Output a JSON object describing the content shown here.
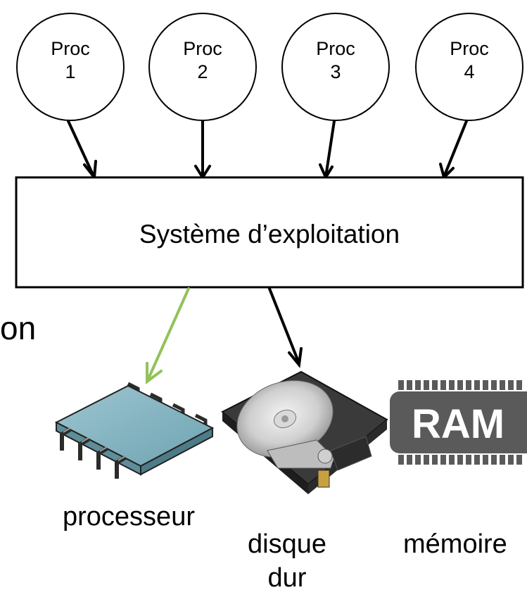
{
  "processes": [
    {
      "line1": "Proc",
      "line2": "1"
    },
    {
      "line1": "Proc",
      "line2": "2"
    },
    {
      "line1": "Proc",
      "line2": "3"
    },
    {
      "line1": "Proc",
      "line2": "4"
    }
  ],
  "os_box": {
    "label": "Système d’exploitation"
  },
  "partial_text": "on",
  "hardware": {
    "processor": {
      "label": "processeur",
      "icon": "cpu-chip-icon"
    },
    "disk": {
      "label_line1": "disque",
      "label_line2": "dur",
      "icon": "hard-disk-icon"
    },
    "memory": {
      "chip_text": "RAM",
      "label": "mémoire",
      "icon": "ram-chip-icon"
    }
  },
  "colors": {
    "arrow": "#000000",
    "arrow_to_processor": "#92c25a",
    "chip_body": "#7fb0bd",
    "ram_body": "#5a5a5a"
  }
}
